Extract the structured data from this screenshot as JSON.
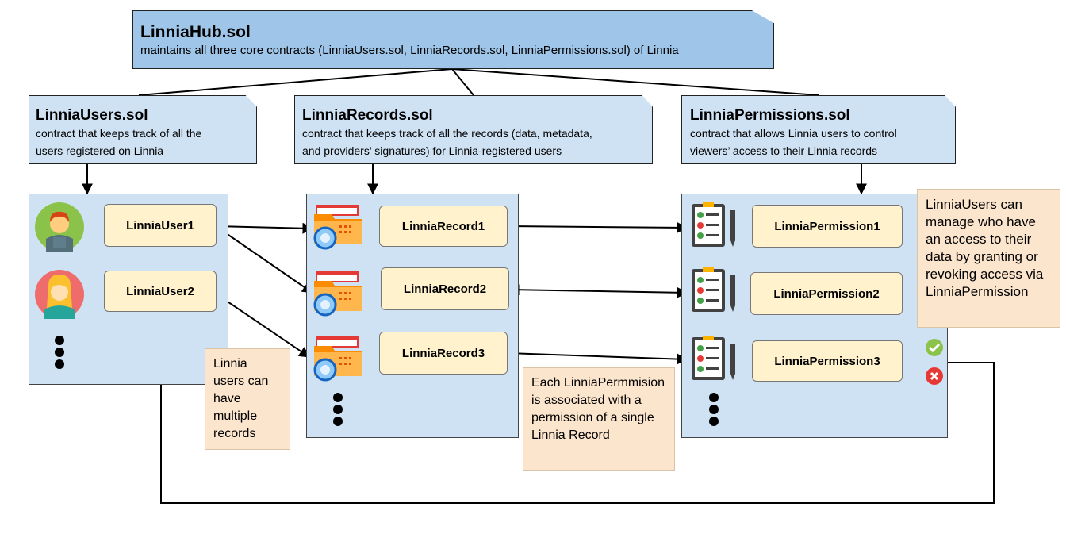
{
  "hub": {
    "title": "LinniaHub.sol",
    "desc": "maintains all three core contracts (LinniaUsers.sol, LinniaRecords.sol, LinniaPermissions.sol) of Linnia"
  },
  "contracts": {
    "users": {
      "title": "LinniaUsers.sol",
      "desc_line1": "contract that keeps track of all the",
      "desc_line2": "users registered on Linnia"
    },
    "records": {
      "title": "LinniaRecords.sol",
      "desc_line1": "contract that keeps track of all the records (data, metadata,",
      "desc_line2": "and providers’ signatures) for Linnia-registered users"
    },
    "permissions": {
      "title": "LinniaPermissions.sol",
      "desc_line1": "contract that allows Linnia users to control",
      "desc_line2": "viewers’ access to their Linnia records"
    }
  },
  "users": [
    "LinniaUser1",
    "LinniaUser2"
  ],
  "records": [
    "LinniaRecord1",
    "LinniaRecord2",
    "LinniaRecord3"
  ],
  "permissions": [
    "LinniaPermission1",
    "LinniaPermission2",
    "LinniaPermission3"
  ],
  "notes": {
    "multiple_records": "Linnia users can have multiple records",
    "permission_assoc": "Each LinniaPermmision is associated with a permission of a single Linnia Record",
    "manage_access": "LinniaUsers can manage who have an access to their data by granting or revoking access via LinniaPermission"
  },
  "icons": {
    "user1": "male-user-avatar-icon",
    "user2": "female-user-avatar-icon",
    "record": "folder-search-icon",
    "permission": "checklist-clipboard-icon",
    "grant": "green-check-icon",
    "revoke": "red-x-icon"
  },
  "colors": {
    "hub": "#9fc5e8",
    "contract": "#cfe2f3",
    "label": "#fff2cc",
    "note": "#fce5cd"
  }
}
